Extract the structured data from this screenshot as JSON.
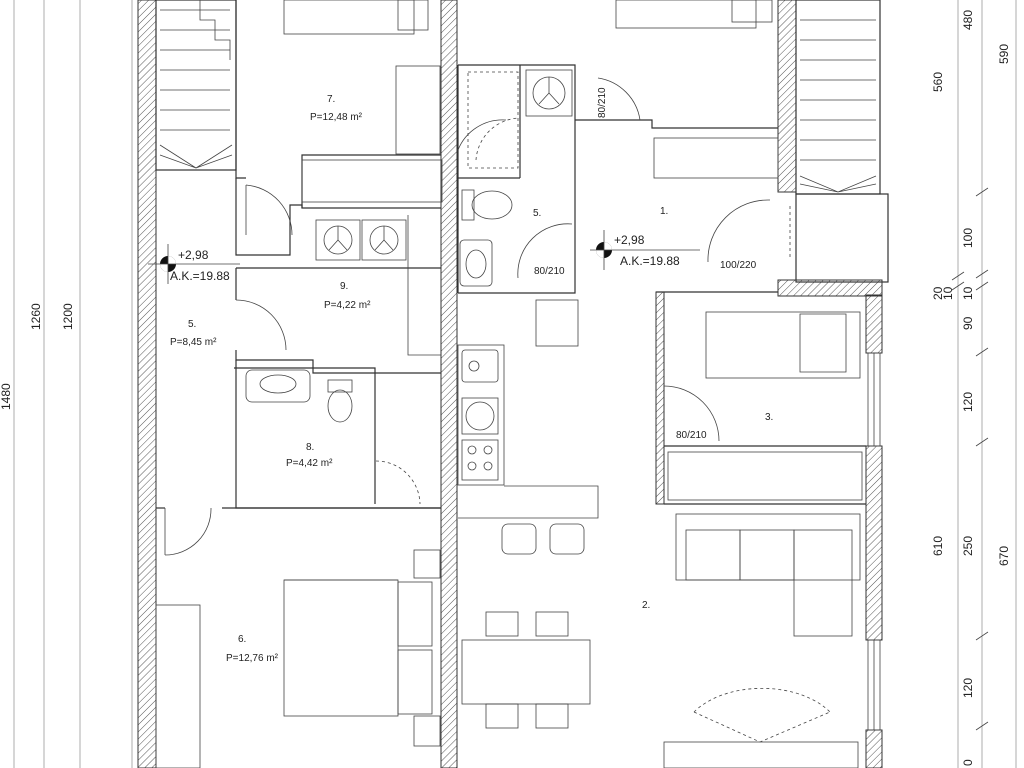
{
  "rooms": [
    {
      "id": "r7",
      "number": "7.",
      "area": "P=12,48 m²"
    },
    {
      "id": "r9",
      "number": "9.",
      "area": "P=4,22 m²"
    },
    {
      "id": "r5a",
      "number": "5.",
      "area": "P=8,45 m²"
    },
    {
      "id": "r8",
      "number": "8.",
      "area": "P=4,42 m²"
    },
    {
      "id": "r6",
      "number": "6.",
      "area": "P=12,76 m²"
    },
    {
      "id": "r5b",
      "number": "5."
    },
    {
      "id": "r1",
      "number": "1."
    },
    {
      "id": "r3",
      "number": "3."
    },
    {
      "id": "r2",
      "number": "2."
    }
  ],
  "levels": [
    {
      "id": "lvlA",
      "height": "+2,98",
      "ak": "A.K.=19.88"
    },
    {
      "id": "lvlB",
      "height": "+2,98",
      "ak": "A.K.=19.88"
    }
  ],
  "doors": {
    "d1": "80/210",
    "d2": "80/210",
    "d3": "100/220",
    "d4": "80/210"
  },
  "dimensions": {
    "left": [
      "1480",
      "1260",
      "1200"
    ],
    "right_a": [
      "480",
      "560",
      "100",
      "20",
      "10",
      "90",
      "120",
      "610",
      "250",
      "120",
      "0"
    ],
    "right_b": [
      "590",
      "10",
      "670"
    ]
  }
}
